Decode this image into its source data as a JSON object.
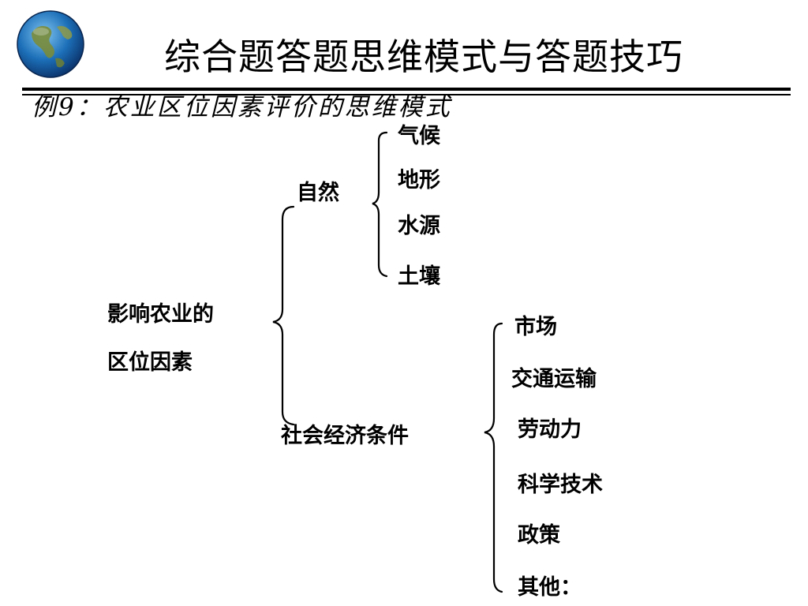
{
  "title": "综合题答题思维模式与答题技巧",
  "example_heading": "例9：农业区位因素评价的思维模式",
  "root": {
    "line1": "影响农业的",
    "line2": "区位因素"
  },
  "natural": {
    "label": "自然",
    "items": [
      "气候",
      "地形",
      "水源",
      "土壤"
    ]
  },
  "social": {
    "label": "社会经济条件",
    "items": [
      "市场",
      "交通运输",
      "劳动力",
      "科学技术",
      "政策",
      "其他："
    ]
  },
  "icons": {
    "logo": "globe-icon"
  }
}
